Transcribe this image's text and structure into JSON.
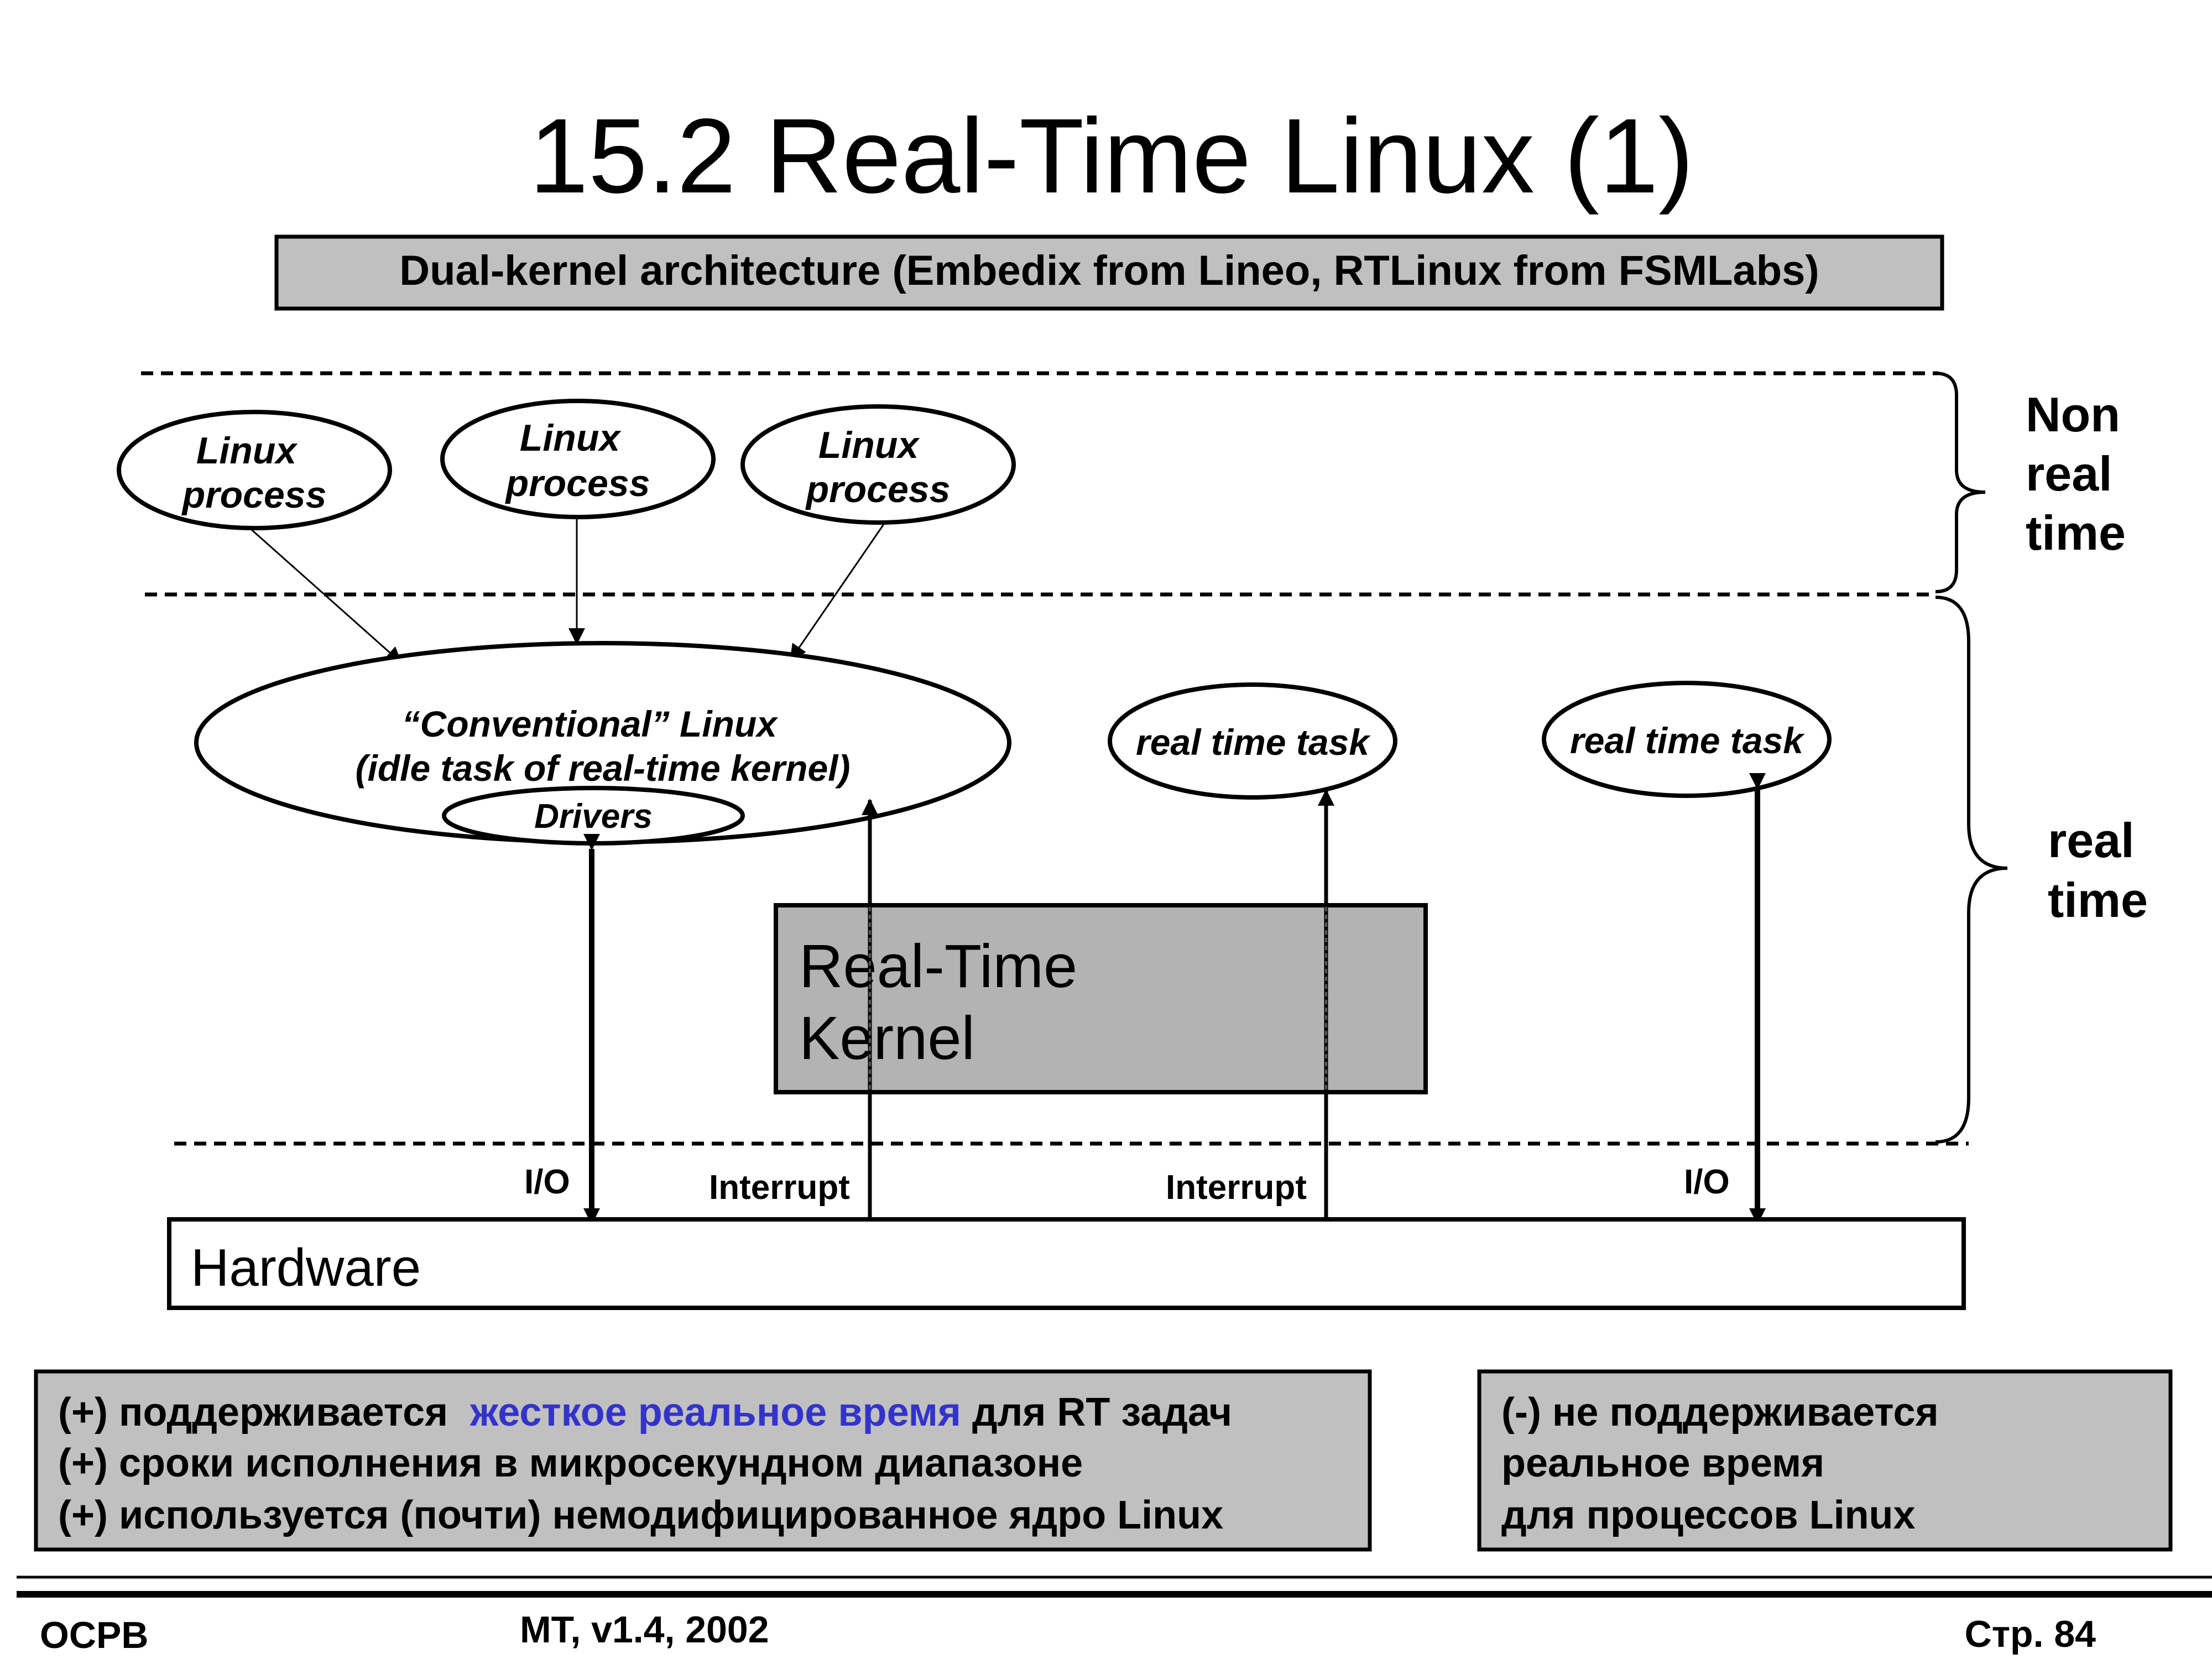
{
  "title": "15.2 Real-Time Linux (1)",
  "subtitle": "Dual-kernel architecture (Embedix from Lineo, RTLinux from FSMLabs)",
  "zones": {
    "non_real_time": [
      "Non",
      "real",
      "time"
    ],
    "real_time": [
      "real",
      "time"
    ]
  },
  "diagram": {
    "linux_processes": [
      {
        "line1": "Linux",
        "line2": "process"
      },
      {
        "line1": "Linux",
        "line2": "process"
      },
      {
        "line1": "Linux",
        "line2": "process"
      }
    ],
    "conventional_linux": {
      "line1": "“Conventional” Linux",
      "line2": "(idle task of real-time kernel)"
    },
    "drivers": "Drivers",
    "rt_tasks": [
      "real time task",
      "real time task"
    ],
    "rt_kernel": {
      "line1": "Real-Time",
      "line2": "Kernel"
    },
    "hardware": "Hardware",
    "arrow_labels": {
      "io_left": "I/O",
      "interrupt_left": "Interrupt",
      "interrupt_right": "Interrupt",
      "io_right": "I/O"
    }
  },
  "pros": [
    {
      "prefix": "(+) поддерживается  ",
      "highlight": "жесткое реальное время",
      "suffix": " для RT задач"
    },
    {
      "text": "(+) сроки исполнения в микросекундном диапазоне"
    },
    {
      "text": "(+) используется (почти) немодифицированное ядро Linux"
    }
  ],
  "cons": [
    "(-) не поддерживается",
    "реальное время",
    "для процессов Linux"
  ],
  "footer": {
    "left": "ОСРВ",
    "center": "МТ, v1.4, 2002",
    "right": "Стр. 84"
  },
  "colors": {
    "highlight": "#3333cc",
    "box_fill": "#c0c0c0",
    "kernel_fill": "#b3b3b3"
  }
}
